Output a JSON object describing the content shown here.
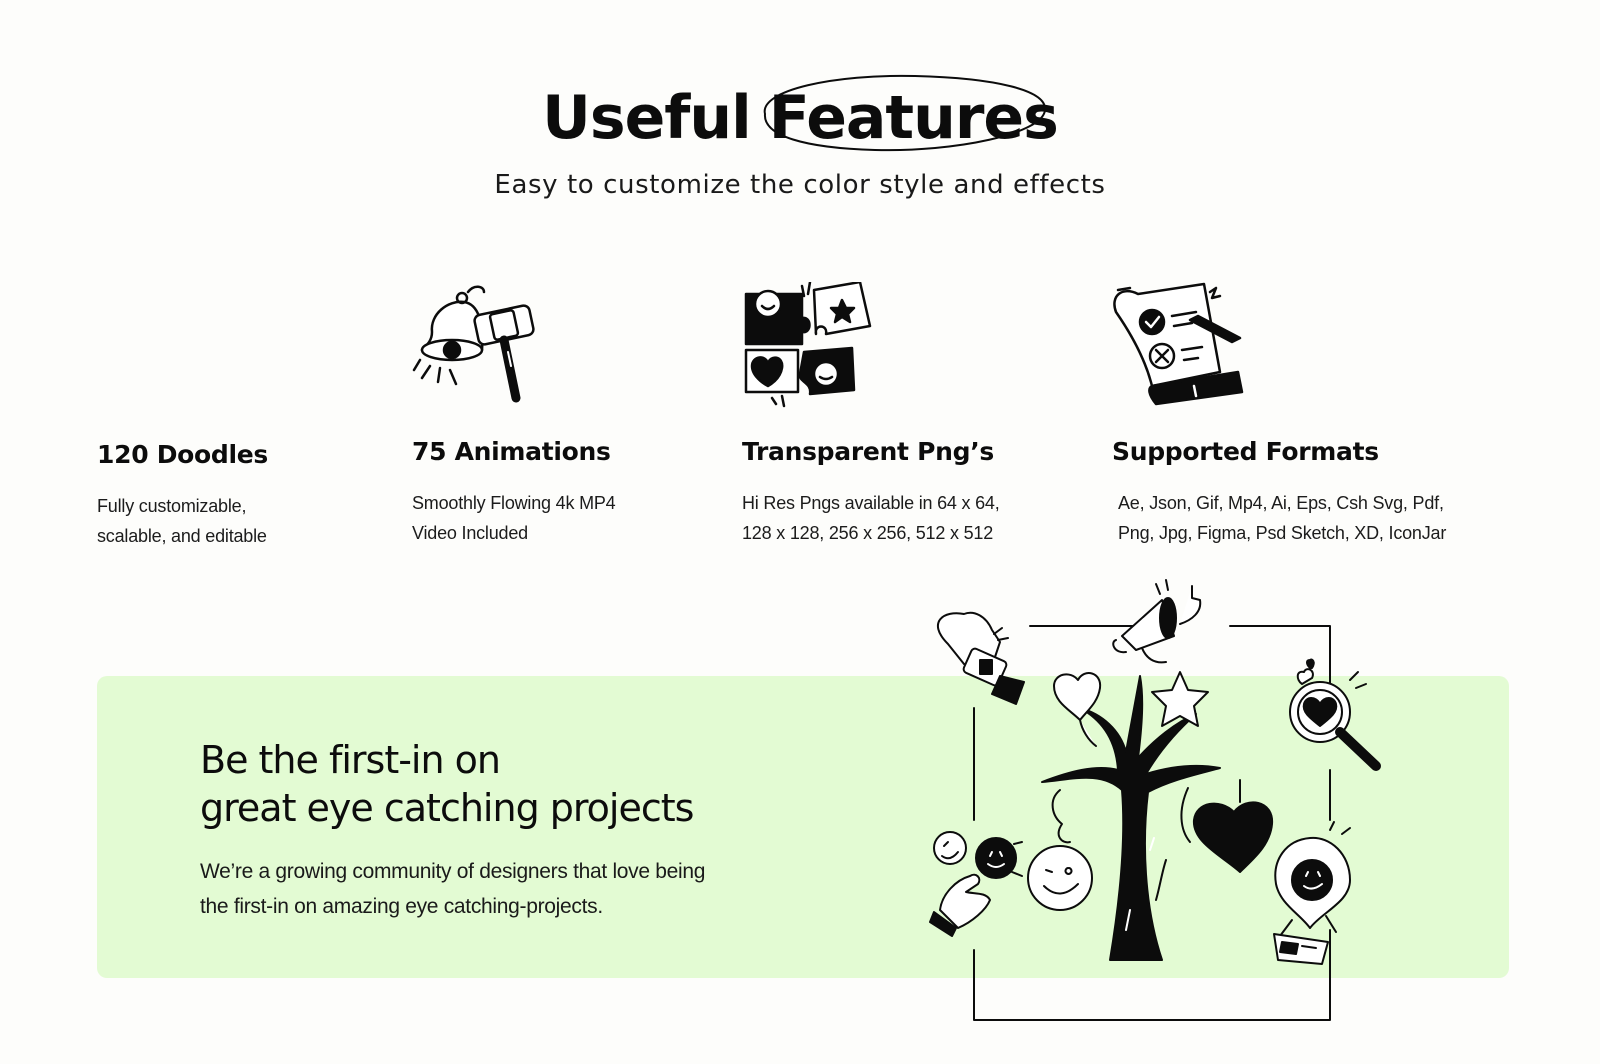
{
  "header": {
    "title_word_1": "Useful",
    "title_word_2": "Features",
    "subtitle": "Easy to customize the color style and effects"
  },
  "features": [
    {
      "title": "120 Doodles",
      "desc_line_1": "Fully customizable,",
      "desc_line_2": "scalable, and editable",
      "icon": "none"
    },
    {
      "title": "75 Animations",
      "desc_line_1": "Smoothly Flowing 4k MP4",
      "desc_line_2": "Video Included",
      "icon": "bell-and-hammer-icon"
    },
    {
      "title": "Transparent Png’s",
      "desc_line_1": "Hi Res Pngs available in 64 x 64,",
      "desc_line_2": "128 x 128, 256 x 256, 512 x 512",
      "icon": "puzzle-pieces-icon"
    },
    {
      "title": "Supported Formats",
      "desc_line_1": "Ae, Json, Gif, Mp4, Ai, Eps, Csh Svg, Pdf,",
      "desc_line_2": "Png, Jpg, Figma, Psd Sketch, XD, IconJar",
      "icon": "checklist-document-icon"
    }
  ],
  "banner": {
    "heading_line_1": "Be the first-in on",
    "heading_line_2": "great eye catching projects",
    "text_line_1": "We’re a growing community of designers that love being",
    "text_line_2": "the first-in on amazing eye catching-projects.",
    "background_color": "#e3fbd3"
  },
  "colors": {
    "page_background": "#fdfdfb",
    "ink": "#0c0c0c"
  }
}
